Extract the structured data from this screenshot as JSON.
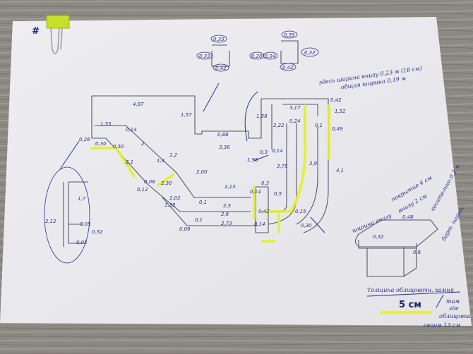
{
  "top_sections": {
    "left": [
      "0,35",
      "0,33",
      "0,42",
      "0,20"
    ],
    "right": [
      "0,34",
      "0,35",
      "0,32",
      "0,42"
    ]
  },
  "width_note": {
    "line1": "здесь ширина внизу 0,23 м (18 см)",
    "line2": "общая ширина 0,19 м"
  },
  "dimensions": [
    "4,87",
    "1,57",
    "1,55",
    "0,14",
    "0,26",
    "0,30",
    "0,50",
    "2,1",
    "2",
    "1,4",
    "1,2",
    "0,88",
    "3,36",
    "1,58",
    "2,22",
    "3,17",
    "0,24",
    "0,42",
    "1,52",
    "0,49",
    "0,1",
    "0,3",
    "0,14",
    "1,96",
    "3,9",
    "3,75",
    "2,00",
    "2,13",
    "2,02",
    "2,30",
    "1,35",
    "2,5",
    "2,6",
    "2,73",
    "0,1",
    "0,1",
    "0,06",
    "0,08",
    "0,12",
    "0,14",
    "0,42",
    "0,14",
    "0,3",
    "0,5",
    "0,15",
    "0,30",
    "4,1"
  ],
  "detail": [
    "2,12",
    "1,7",
    "0,05",
    "0,32",
    "0,05"
  ],
  "stone_sketch": {
    "width_label": "ширина внизу",
    "top_cover": "покрытие 4 см",
    "bottom_cover": "внизу 2 см",
    "edge_note": "касательно 0,2 м",
    "edge_note2": "борт. парап.",
    "dim_top": "0,48",
    "dim_side": "0,6",
    "inner": "0,32"
  },
  "thickness": {
    "title": "Толщина облицовочн. камня",
    "value": "5 см",
    "arrow_note1": "там",
    "arrow_note2": "где",
    "arrow_note3": "облицовка",
    "arrow_note4": "своим 13 см"
  },
  "colors": {
    "highlight": "#e4f02a",
    "ink": "#2a2d86",
    "paper": "#f4f4f6",
    "clip": "#c8e02a"
  }
}
